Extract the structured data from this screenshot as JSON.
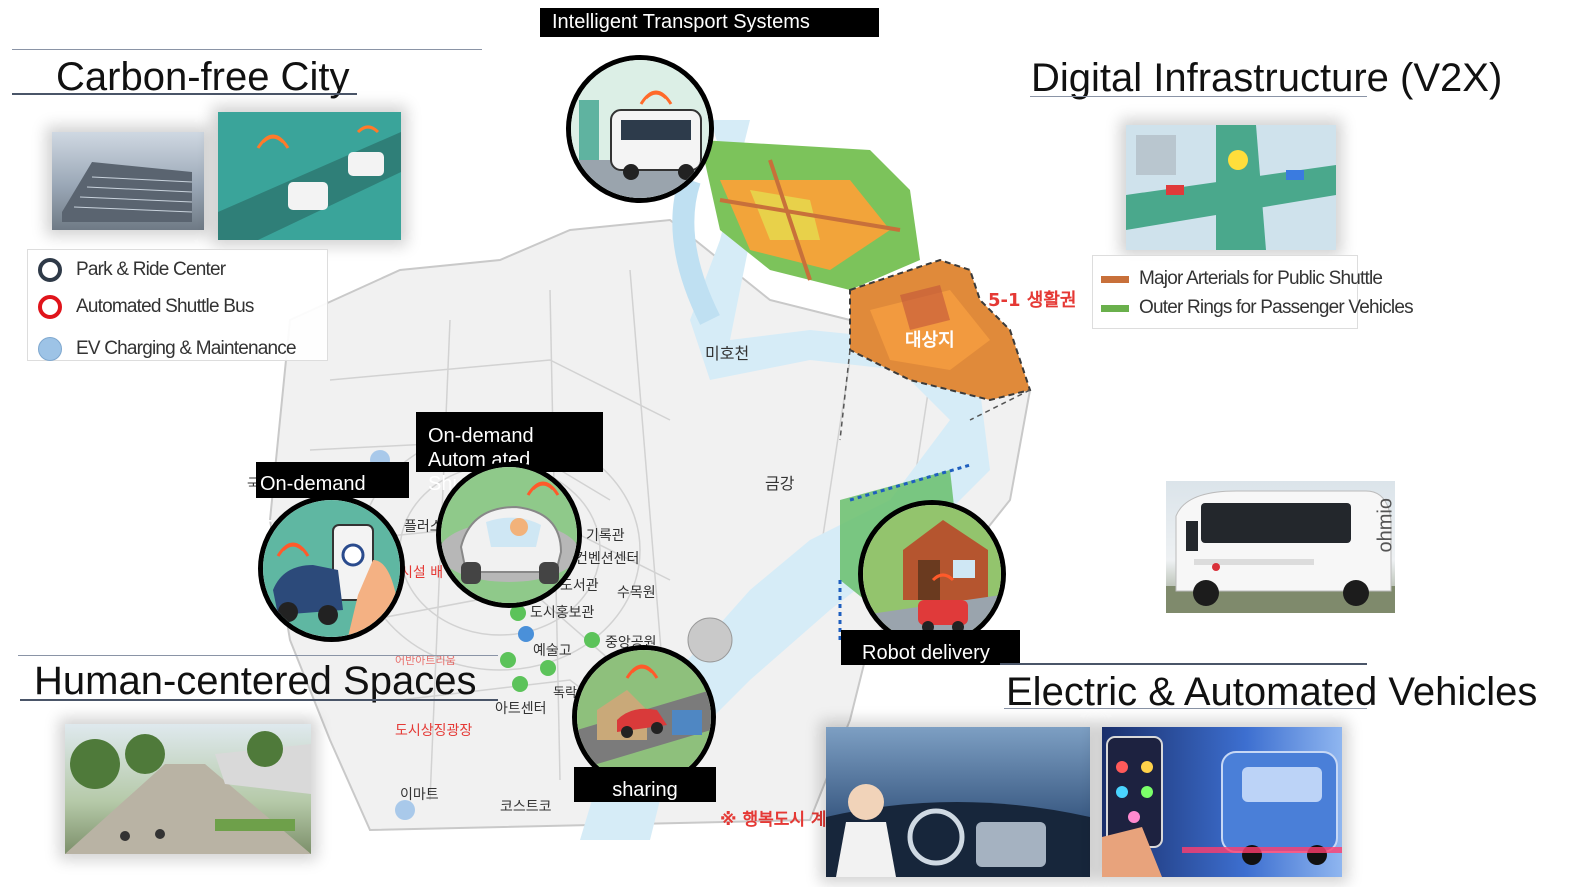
{
  "sections": {
    "carbon_free": "Carbon-free City",
    "its": "Intelligent Transport Systems",
    "digital": "Digital Infrastructure (V2X)",
    "human": "Human-centered Spaces",
    "electric": "Electric & Automated Vehicles"
  },
  "legend_left": [
    {
      "label": "Park & Ride Center",
      "marker": "dark-ring"
    },
    {
      "label": "Automated Shuttle Bus",
      "marker": "red-ring"
    },
    {
      "label": "EV Charging & Maintenance",
      "marker": "blue-dot"
    }
  ],
  "legend_right": [
    {
      "label": "Major Arterials for Public Shuttle",
      "color": "#c8703a"
    },
    {
      "label": "Outer Rings for Passenger Vehicles",
      "color": "#6ab04c"
    }
  ],
  "services": {
    "on_demand_taxi": "On-demand Taxi",
    "on_demand_shuttle": "On-demand Autom ated Shuttle",
    "robot_delivery": "Robot delivery",
    "sharing": "sharing"
  },
  "map_labels": {
    "zone": "5-1 생활권",
    "target": "대상지",
    "mihocheon": "미호천",
    "geumgang": "금강",
    "gimokgwan": "기록관",
    "convention": "컨벤션센터",
    "library": "도서관",
    "arboretum": "수목원",
    "promo": "도시홍보관",
    "arts_school": "예술고",
    "central_park": "중앙공원",
    "arts_center": "아트센터",
    "city_plaza": "도시상징광장",
    "emart": "이마트",
    "costco": "코스트코",
    "note": "※ 행복도시 계",
    "plus": "플러스",
    "facility": "시설 배",
    "dok": "독락",
    "nation": "국",
    "theater": "어반아트리움"
  },
  "bus_brand": "ohmio",
  "colors": {
    "arterial": "#c8703a",
    "outer_ring": "#6ab04c",
    "river": "#d6ecf7",
    "zone_red": "#e53935"
  }
}
